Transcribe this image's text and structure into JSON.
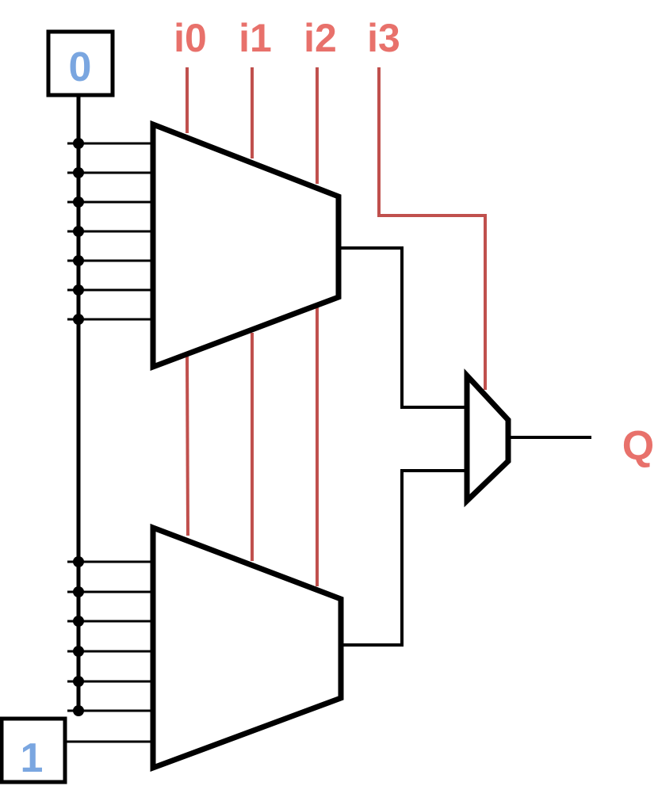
{
  "inputs": {
    "const_top": "0",
    "const_bottom": "1"
  },
  "select_labels": [
    "i0",
    "i1",
    "i2",
    "i3"
  ],
  "output_label": "Q",
  "colors": {
    "wire": "#000000",
    "select_wire": "#c0504d",
    "select_text": "#e8716b",
    "constant_text": "#7aa6e0"
  }
}
